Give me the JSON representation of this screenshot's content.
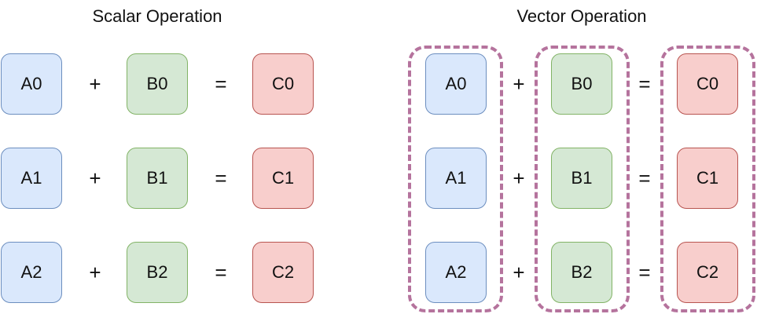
{
  "scalar": {
    "title": "Scalar Operation",
    "rows": [
      {
        "a": "A0",
        "op1": "+",
        "b": "B0",
        "op2": "=",
        "c": "C0"
      },
      {
        "a": "A1",
        "op1": "+",
        "b": "B1",
        "op2": "=",
        "c": "C1"
      },
      {
        "a": "A2",
        "op1": "+",
        "b": "B2",
        "op2": "=",
        "c": "C2"
      }
    ]
  },
  "vector": {
    "title": "Vector Operation",
    "rows": [
      {
        "a": "A0",
        "op1": "+",
        "b": "B0",
        "op2": "=",
        "c": "C0"
      },
      {
        "a": "A1",
        "op1": "+",
        "b": "B1",
        "op2": "=",
        "c": "C1"
      },
      {
        "a": "A2",
        "op1": "+",
        "b": "B2",
        "op2": "=",
        "c": "C2"
      }
    ]
  },
  "colors": {
    "operand_a_fill": "#dae8fc",
    "operand_a_stroke": "#6c8ebf",
    "operand_b_fill": "#d5e8d4",
    "operand_b_stroke": "#82b366",
    "result_c_fill": "#f8cecc",
    "result_c_stroke": "#b85450",
    "vector_group_dash": "#b5739d"
  }
}
